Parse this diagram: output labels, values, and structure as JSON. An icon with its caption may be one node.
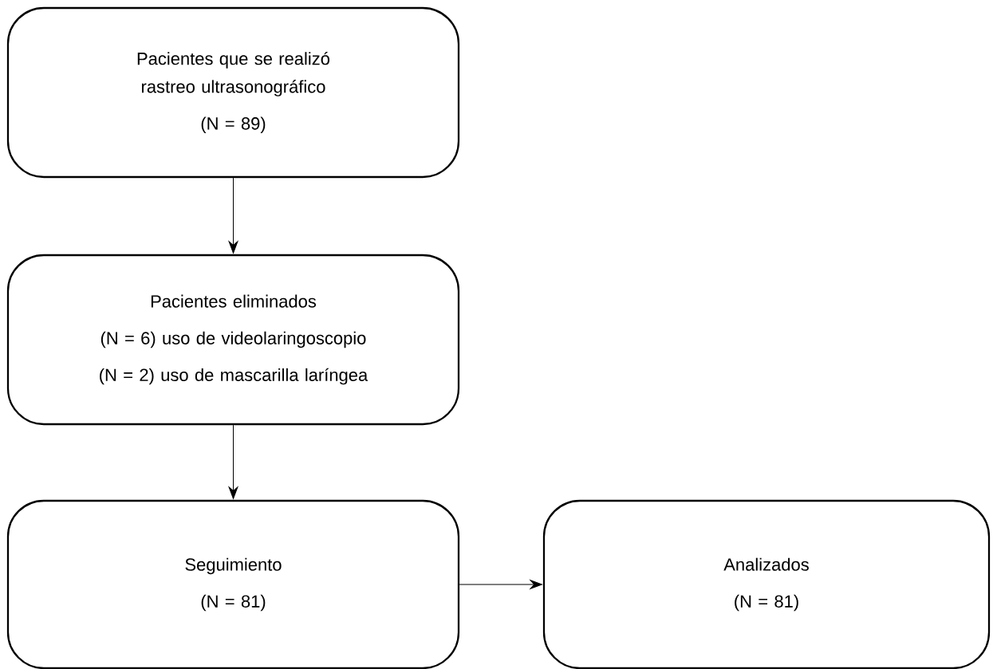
{
  "diagram": {
    "nodes": [
      {
        "text": [
          "Pacientes que se realizó rastreo ultrasonográfico",
          "(N = 89)"
        ]
      },
      {
        "text": [
          "Pacientes eliminados",
          "(N = 6) uso de videolaringoscopio",
          "(N = 2) uso de mascarilla laríngea"
        ]
      },
      {
        "text": [
          "Seguimiento",
          "(N = 81)"
        ]
      },
      {
        "text": [
          "Analizados",
          "(N = 81)"
        ]
      }
    ],
    "edges": [
      {
        "from": 0,
        "to": 1,
        "arrow": "to"
      },
      {
        "from": 1,
        "to": 2,
        "arrow": "to"
      },
      {
        "from": 2,
        "to": 3,
        "arrow": "to"
      }
    ]
  }
}
